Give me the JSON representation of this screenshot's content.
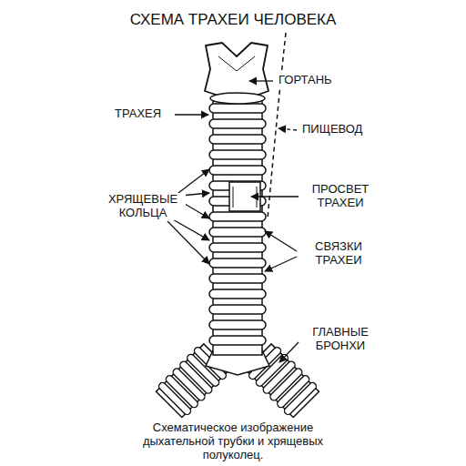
{
  "diagram": {
    "title": "СХЕМА ТРАХЕИ ЧЕЛОВЕКА",
    "caption": "Схематическое изображение дыхательной трубки и хрящевых полуколец.",
    "labels": [
      "ГОРТАНЬ",
      "ТРАХЕЯ",
      "ПИЩЕВОД",
      "ХРЯЩЕВЫЕ КОЛЬЦА",
      "ПРОСВЕТ ТРАХЕИ",
      "СВЯЗКИ ТРАХЕИ",
      "ГЛАВНЫЕ БРОНХИ"
    ]
  }
}
